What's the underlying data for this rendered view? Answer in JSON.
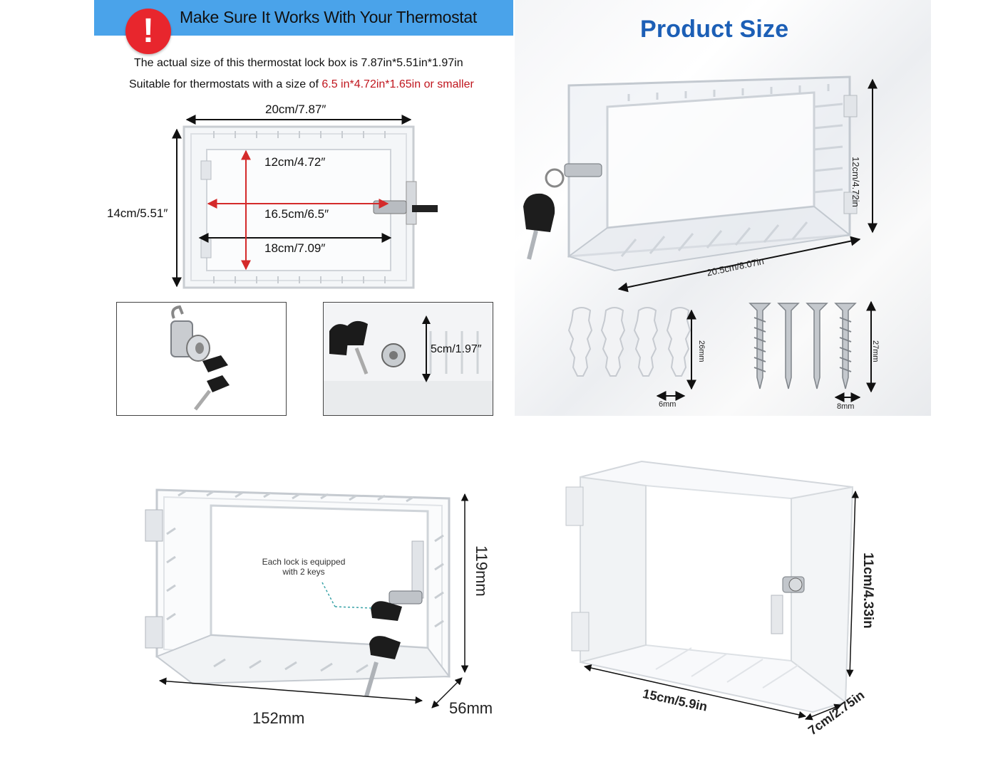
{
  "panel1": {
    "banner_title": "Make Sure It Works With Your Thermostat",
    "warning_glyph": "!",
    "line1": "The actual size of this thermostat lock box is 7.87in*5.51in*1.97in",
    "line2_prefix": "Suitable for thermostats with a size of ",
    "line2_highlight": "6.5 in*4.72in*1.65in or smaller",
    "dims": {
      "width": "20cm/7.87″",
      "inner_height": "12cm/4.72″",
      "height": "14cm/5.51″",
      "inner_width": "16.5cm/6.5″",
      "inner_span": "18cm/7.09″",
      "depth": "5cm/1.97″"
    },
    "highlight_color": "#c0161e",
    "banner_color": "#4aa3ea"
  },
  "panel2": {
    "title": "Product Size",
    "title_color": "#1c5fb6",
    "dims": {
      "height": "12cm/4.72in",
      "width": "20.5cm/8.07in",
      "anchor_length": "26mm",
      "anchor_width": "6mm",
      "screw_length": "27mm",
      "screw_width": "8mm"
    }
  },
  "panel3": {
    "callout_line1": "Each lock is equipped",
    "callout_line2": "with 2 keys",
    "dims": {
      "height": "119mm",
      "width": "152mm",
      "depth": "56mm"
    }
  },
  "panel4": {
    "dims": {
      "height": "11cm/4.33in",
      "width": "15cm/5.9in",
      "depth": "7cm/2.75in"
    }
  }
}
